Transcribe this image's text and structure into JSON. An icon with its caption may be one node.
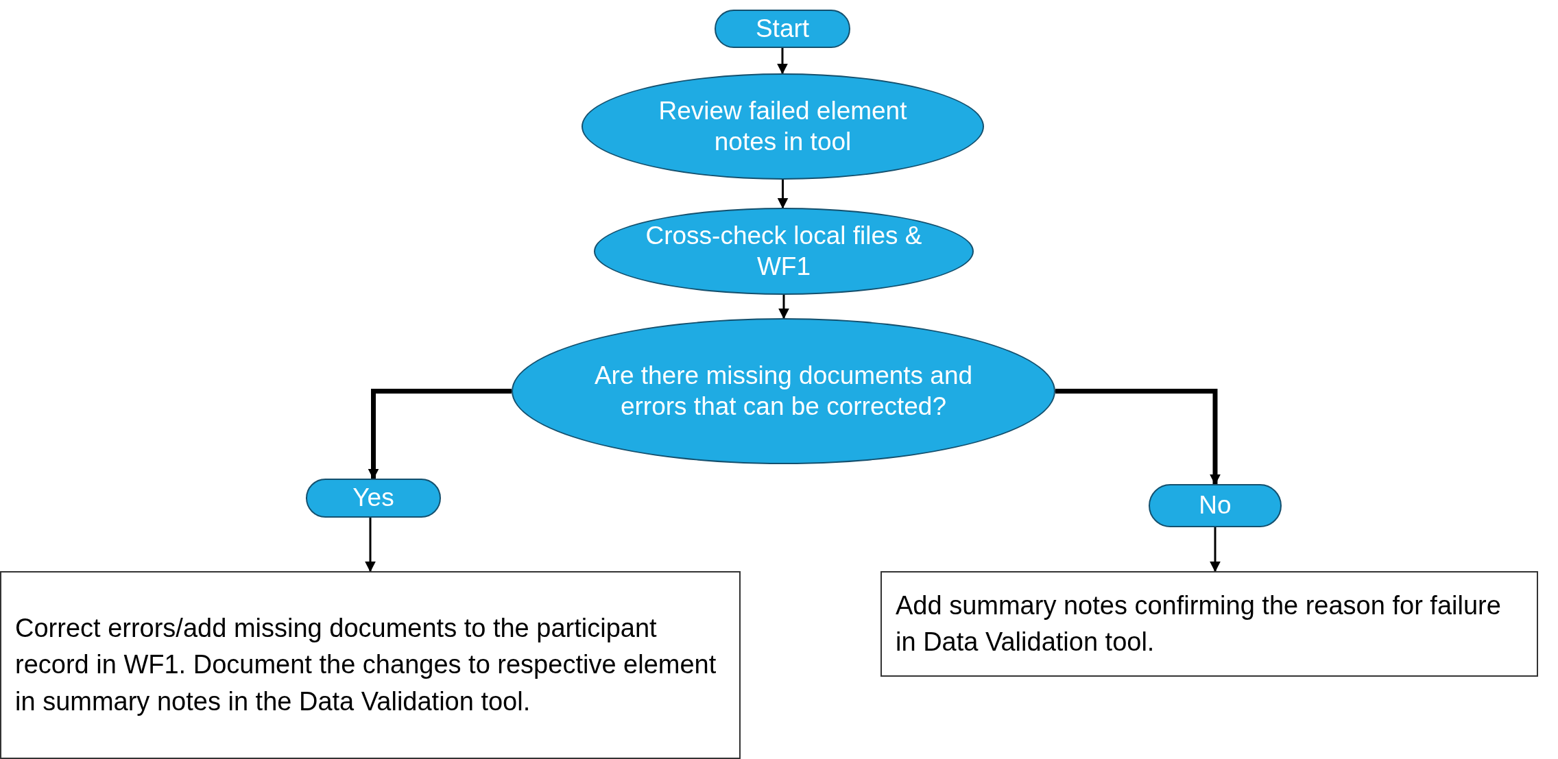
{
  "diagram": {
    "nodes": [
      {
        "text": [
          "Start"
        ]
      },
      {
        "text": [
          "Review failed element notes in tool"
        ]
      },
      {
        "text": [
          "Cross-check local files & WF1"
        ]
      },
      {
        "text": [
          "Are there missing documents and errors that can be corrected?"
        ]
      },
      {
        "text": [
          "Yes"
        ]
      },
      {
        "text": [
          "No"
        ]
      },
      {
        "text": [
          "Correct errors/add missing documents to the participant record in WF1. Document the changes to respective element in summary notes in the Data Validation tool."
        ]
      },
      {
        "text": [
          "Add summary notes confirming the reason for failure in Data Validation tool."
        ]
      }
    ],
    "edges": [
      {
        "from": 0,
        "to": 1,
        "arrow": "to"
      },
      {
        "from": 1,
        "to": 2,
        "arrow": "to"
      },
      {
        "from": 2,
        "to": 3,
        "arrow": "to"
      },
      {
        "from": 3,
        "to": 4,
        "arrow": "to",
        "style": "thick"
      },
      {
        "from": 3,
        "to": 5,
        "arrow": "to",
        "style": "thick"
      },
      {
        "from": 4,
        "to": 6,
        "arrow": "to"
      },
      {
        "from": 5,
        "to": 7,
        "arrow": "to"
      }
    ]
  }
}
